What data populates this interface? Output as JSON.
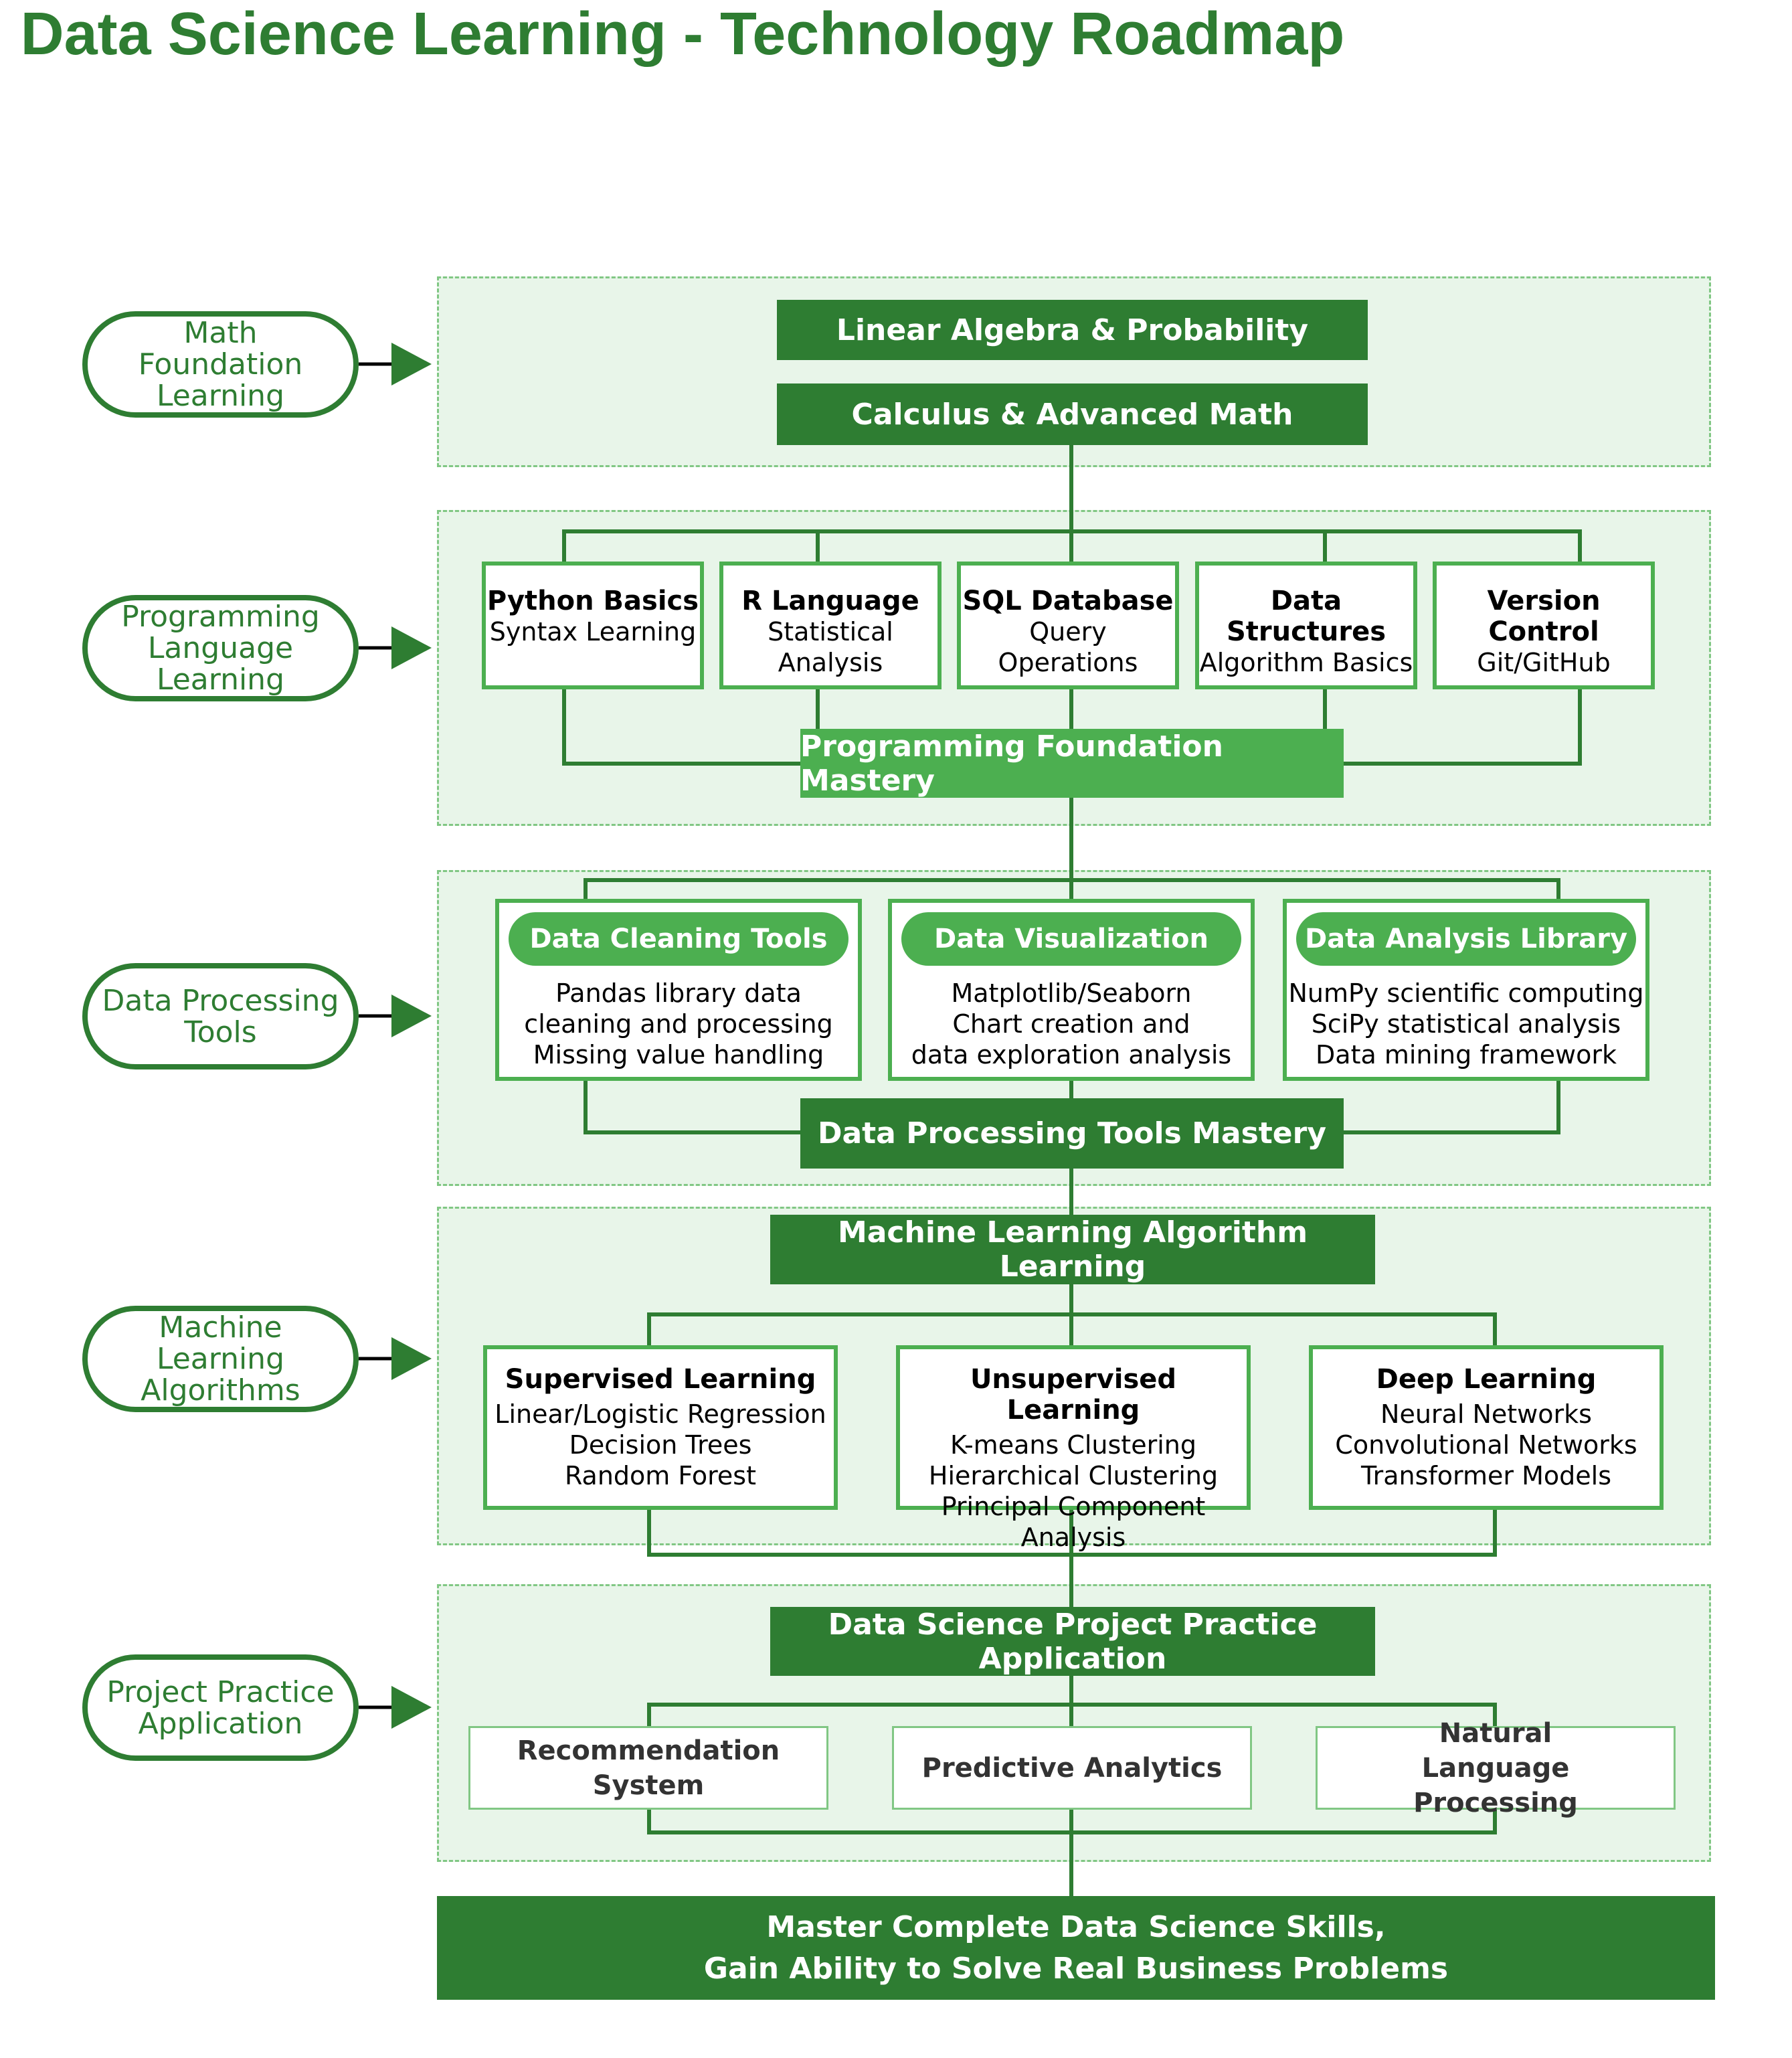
{
  "title": "Data Science Learning - Technology Roadmap",
  "colors": {
    "dark": "#2e7d32",
    "mid": "#4caf50",
    "section_bg": "#e8f5e9"
  },
  "stages": [
    "Math Foundation Learning",
    "Programming Language Learning",
    "Data Processing Tools",
    "Machine Learning Algorithms",
    "Project Practice Application"
  ],
  "math": {
    "box1": "Linear Algebra & Probability",
    "box2": "Calculus & Advanced Math"
  },
  "programming": {
    "items": [
      {
        "title": "Python Basics",
        "desc": "Syntax Learning"
      },
      {
        "title": "R Language",
        "desc": "Statistical Analysis"
      },
      {
        "title": "SQL Database",
        "desc": "Query Operations"
      },
      {
        "title": "Data Structures",
        "desc": "Algorithm Basics"
      },
      {
        "title": "Version Control",
        "desc": "Git/GitHub"
      }
    ],
    "mastery": "Programming Foundation Mastery"
  },
  "tools": {
    "items": [
      {
        "title": "Data Cleaning Tools",
        "lines": [
          "Pandas library data",
          "cleaning and processing",
          "Missing value handling"
        ]
      },
      {
        "title": "Data Visualization",
        "lines": [
          "Matplotlib/Seaborn",
          "Chart creation and",
          "data exploration analysis"
        ]
      },
      {
        "title": "Data Analysis Library",
        "lines": [
          "NumPy scientific computing",
          "SciPy statistical analysis",
          "Data mining framework"
        ]
      }
    ],
    "mastery": "Data Processing Tools Mastery"
  },
  "ml": {
    "header": "Machine Learning Algorithm Learning",
    "items": [
      {
        "title": "Supervised Learning",
        "lines": [
          "Linear/Logistic Regression",
          "Decision Trees",
          "Random Forest"
        ]
      },
      {
        "title": "Unsupervised Learning",
        "lines": [
          "K-means Clustering",
          "Hierarchical Clustering",
          "Principal Component Analysis"
        ]
      },
      {
        "title": "Deep Learning",
        "lines": [
          "Neural Networks",
          "Convolutional Networks",
          "Transformer Models"
        ]
      }
    ]
  },
  "projects": {
    "header": "Data Science Project Practice Application",
    "items": [
      "Recommendation System",
      "Predictive Analytics",
      "Natural Language Processing"
    ]
  },
  "final": {
    "line1": "Master Complete Data Science Skills,",
    "line2": "Gain Ability to Solve Real Business Problems"
  }
}
